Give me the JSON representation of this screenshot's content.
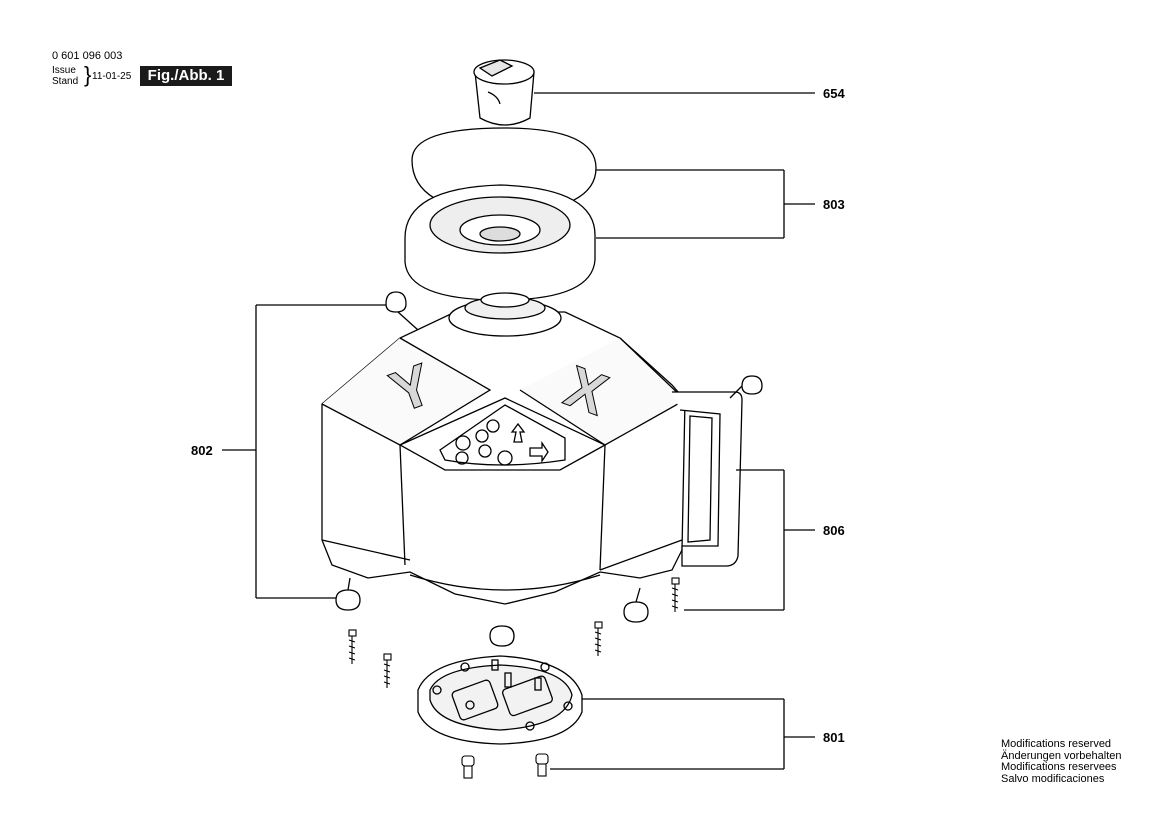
{
  "header": {
    "part_number": "0 601 096 003",
    "issue": "Issue",
    "stand": "Stand",
    "brace": "}",
    "date": "11-01-25",
    "figure": "Fig./Abb. 1"
  },
  "callouts": {
    "c654": "654",
    "c803": "803",
    "c802": "802",
    "c806": "806",
    "c801": "801"
  },
  "notes": [
    "Modifications reserved",
    "Änderungen vorbehalten",
    "Modifications reservees",
    "Salvo modificaciones"
  ],
  "housing_labels": {
    "y": "Y",
    "x": "X"
  }
}
